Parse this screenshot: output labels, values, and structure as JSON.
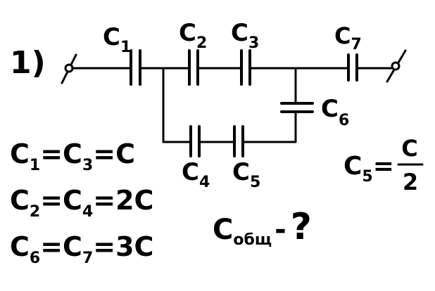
{
  "problem_number": "1)",
  "capacitors": {
    "c1": {
      "letter": "C",
      "index": "1"
    },
    "c2": {
      "letter": "C",
      "index": "2"
    },
    "c3": {
      "letter": "C",
      "index": "3"
    },
    "c4": {
      "letter": "C",
      "index": "4"
    },
    "c5": {
      "letter": "C",
      "index": "5"
    },
    "c6": {
      "letter": "C",
      "index": "6"
    },
    "c7": {
      "letter": "C",
      "index": "7"
    }
  },
  "given": {
    "eq1": {
      "a": "C",
      "ai": "1",
      "op1": "=",
      "b": "C",
      "bi": "3",
      "op2": "=",
      "rhs": "C"
    },
    "eq2": {
      "a": "C",
      "ai": "2",
      "op1": "=",
      "b": "C",
      "bi": "4",
      "op2": "=",
      "rhs": "2C"
    },
    "eq3": {
      "a": "C",
      "ai": "6",
      "op1": "=",
      "b": "C",
      "bi": "7",
      "op2": "=",
      "rhs": "3C"
    },
    "eq5": {
      "lhs": "C",
      "li": "5",
      "op": "=",
      "num": "C",
      "den": "2"
    }
  },
  "question": {
    "symbol": "C",
    "sub": "общ",
    "dash": "-",
    "mark": "?"
  }
}
